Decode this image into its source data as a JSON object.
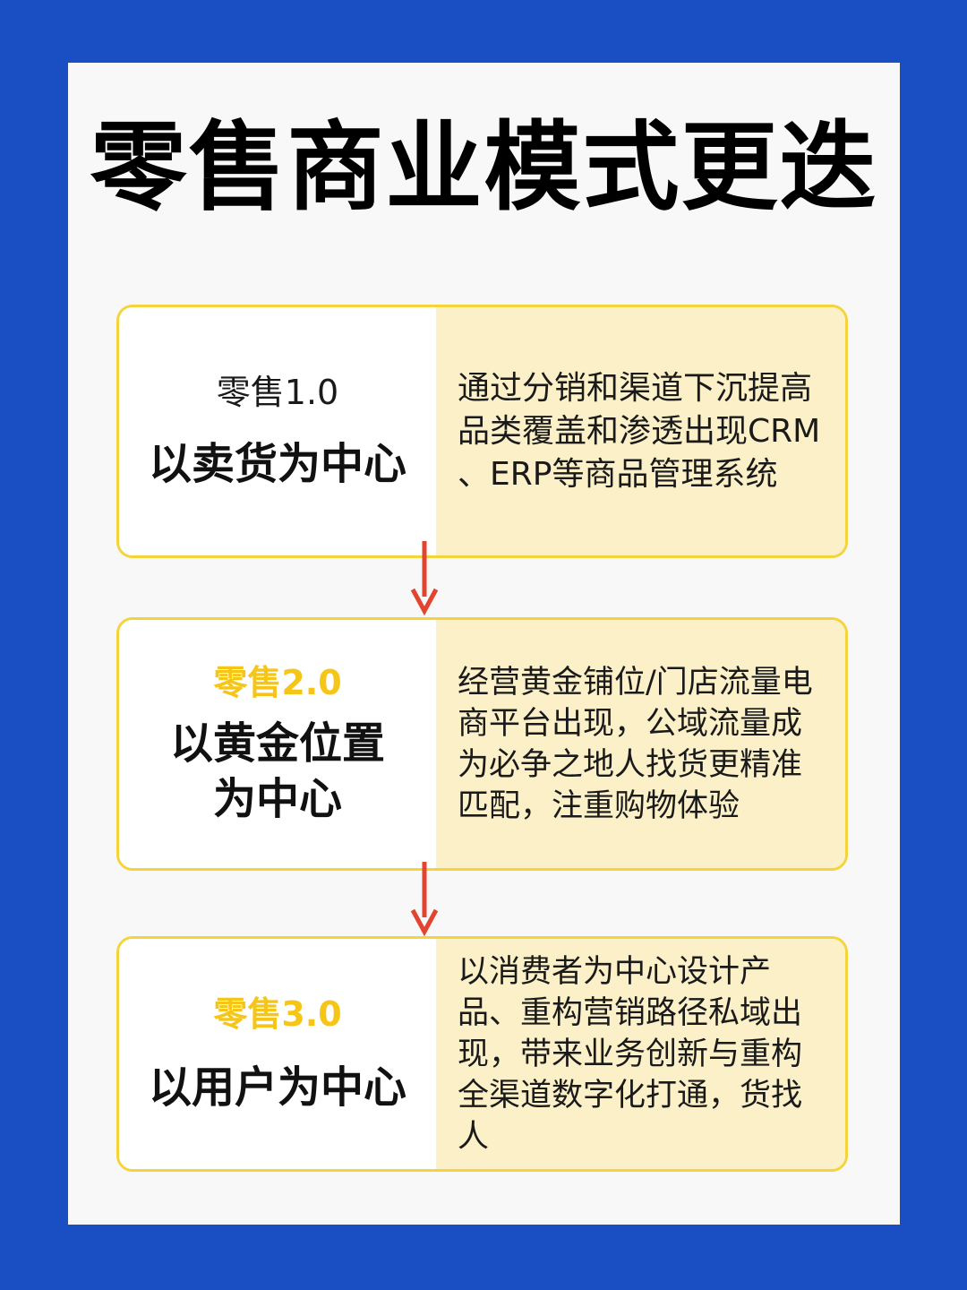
{
  "title": "零售商业模式更迭",
  "colors": {
    "background": "#1a4fc4",
    "panel": "#f8f8f8",
    "card_border": "#f5d33a",
    "card_right_fill": "#fbf0c8",
    "accent": "#f5c518",
    "arrow": "#e2452f"
  },
  "stages": [
    {
      "label": "零售1.0",
      "headline": "以卖货为中心",
      "description": "通过分销和渠道下沉提高品类覆盖和渗透出现CRM 、ERP等商品管理系统"
    },
    {
      "label": "零售2.0",
      "headline": "以黄金位置为中心",
      "description": "经营黄金铺位/门店流量电商平台出现，公域流量成为必争之地人找货更精准匹配，注重购物体验"
    },
    {
      "label": "零售3.0",
      "headline": "以用户为中心",
      "description": "以消费者为中心设计产品、重构营销路径私域出现，带来业务创新与重构全渠道数字化打通，货找人"
    }
  ],
  "arrow_icon": "arrow-down-icon"
}
